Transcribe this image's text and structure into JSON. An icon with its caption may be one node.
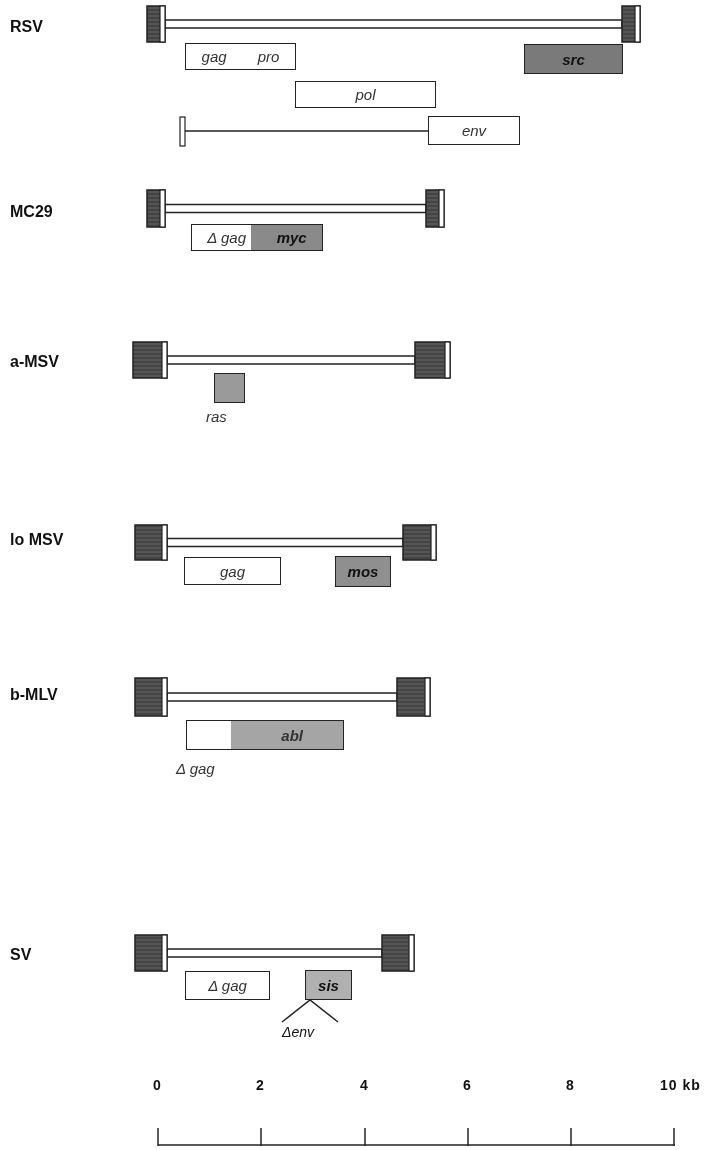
{
  "diagram": {
    "nodes": [
      {
        "text": [
          "gag",
          "pro"
        ]
      },
      {
        "text": [
          "src"
        ]
      },
      {
        "text": [
          "pol"
        ]
      },
      {
        "text": [
          "env"
        ]
      },
      {
        "text": [
          "Δ gag",
          "myc"
        ]
      },
      {
        "text": [],
        "shape": "box",
        "beside": [
          "ras"
        ]
      },
      {
        "text": [
          "gag"
        ]
      },
      {
        "text": [
          "mos"
        ]
      },
      {
        "text": [
          "abl"
        ],
        "beside": [
          "Δ gag"
        ]
      },
      {
        "text": [
          "Δ gag"
        ]
      },
      {
        "text": [
          "sis"
        ]
      }
    ],
    "labels": [
      "RSV",
      "MC29",
      "a-MSV",
      "lo MSV",
      "b-MLV",
      "SV",
      "Δenv",
      "0",
      "2",
      "4",
      "6",
      "8",
      "10 kb"
    ]
  }
}
